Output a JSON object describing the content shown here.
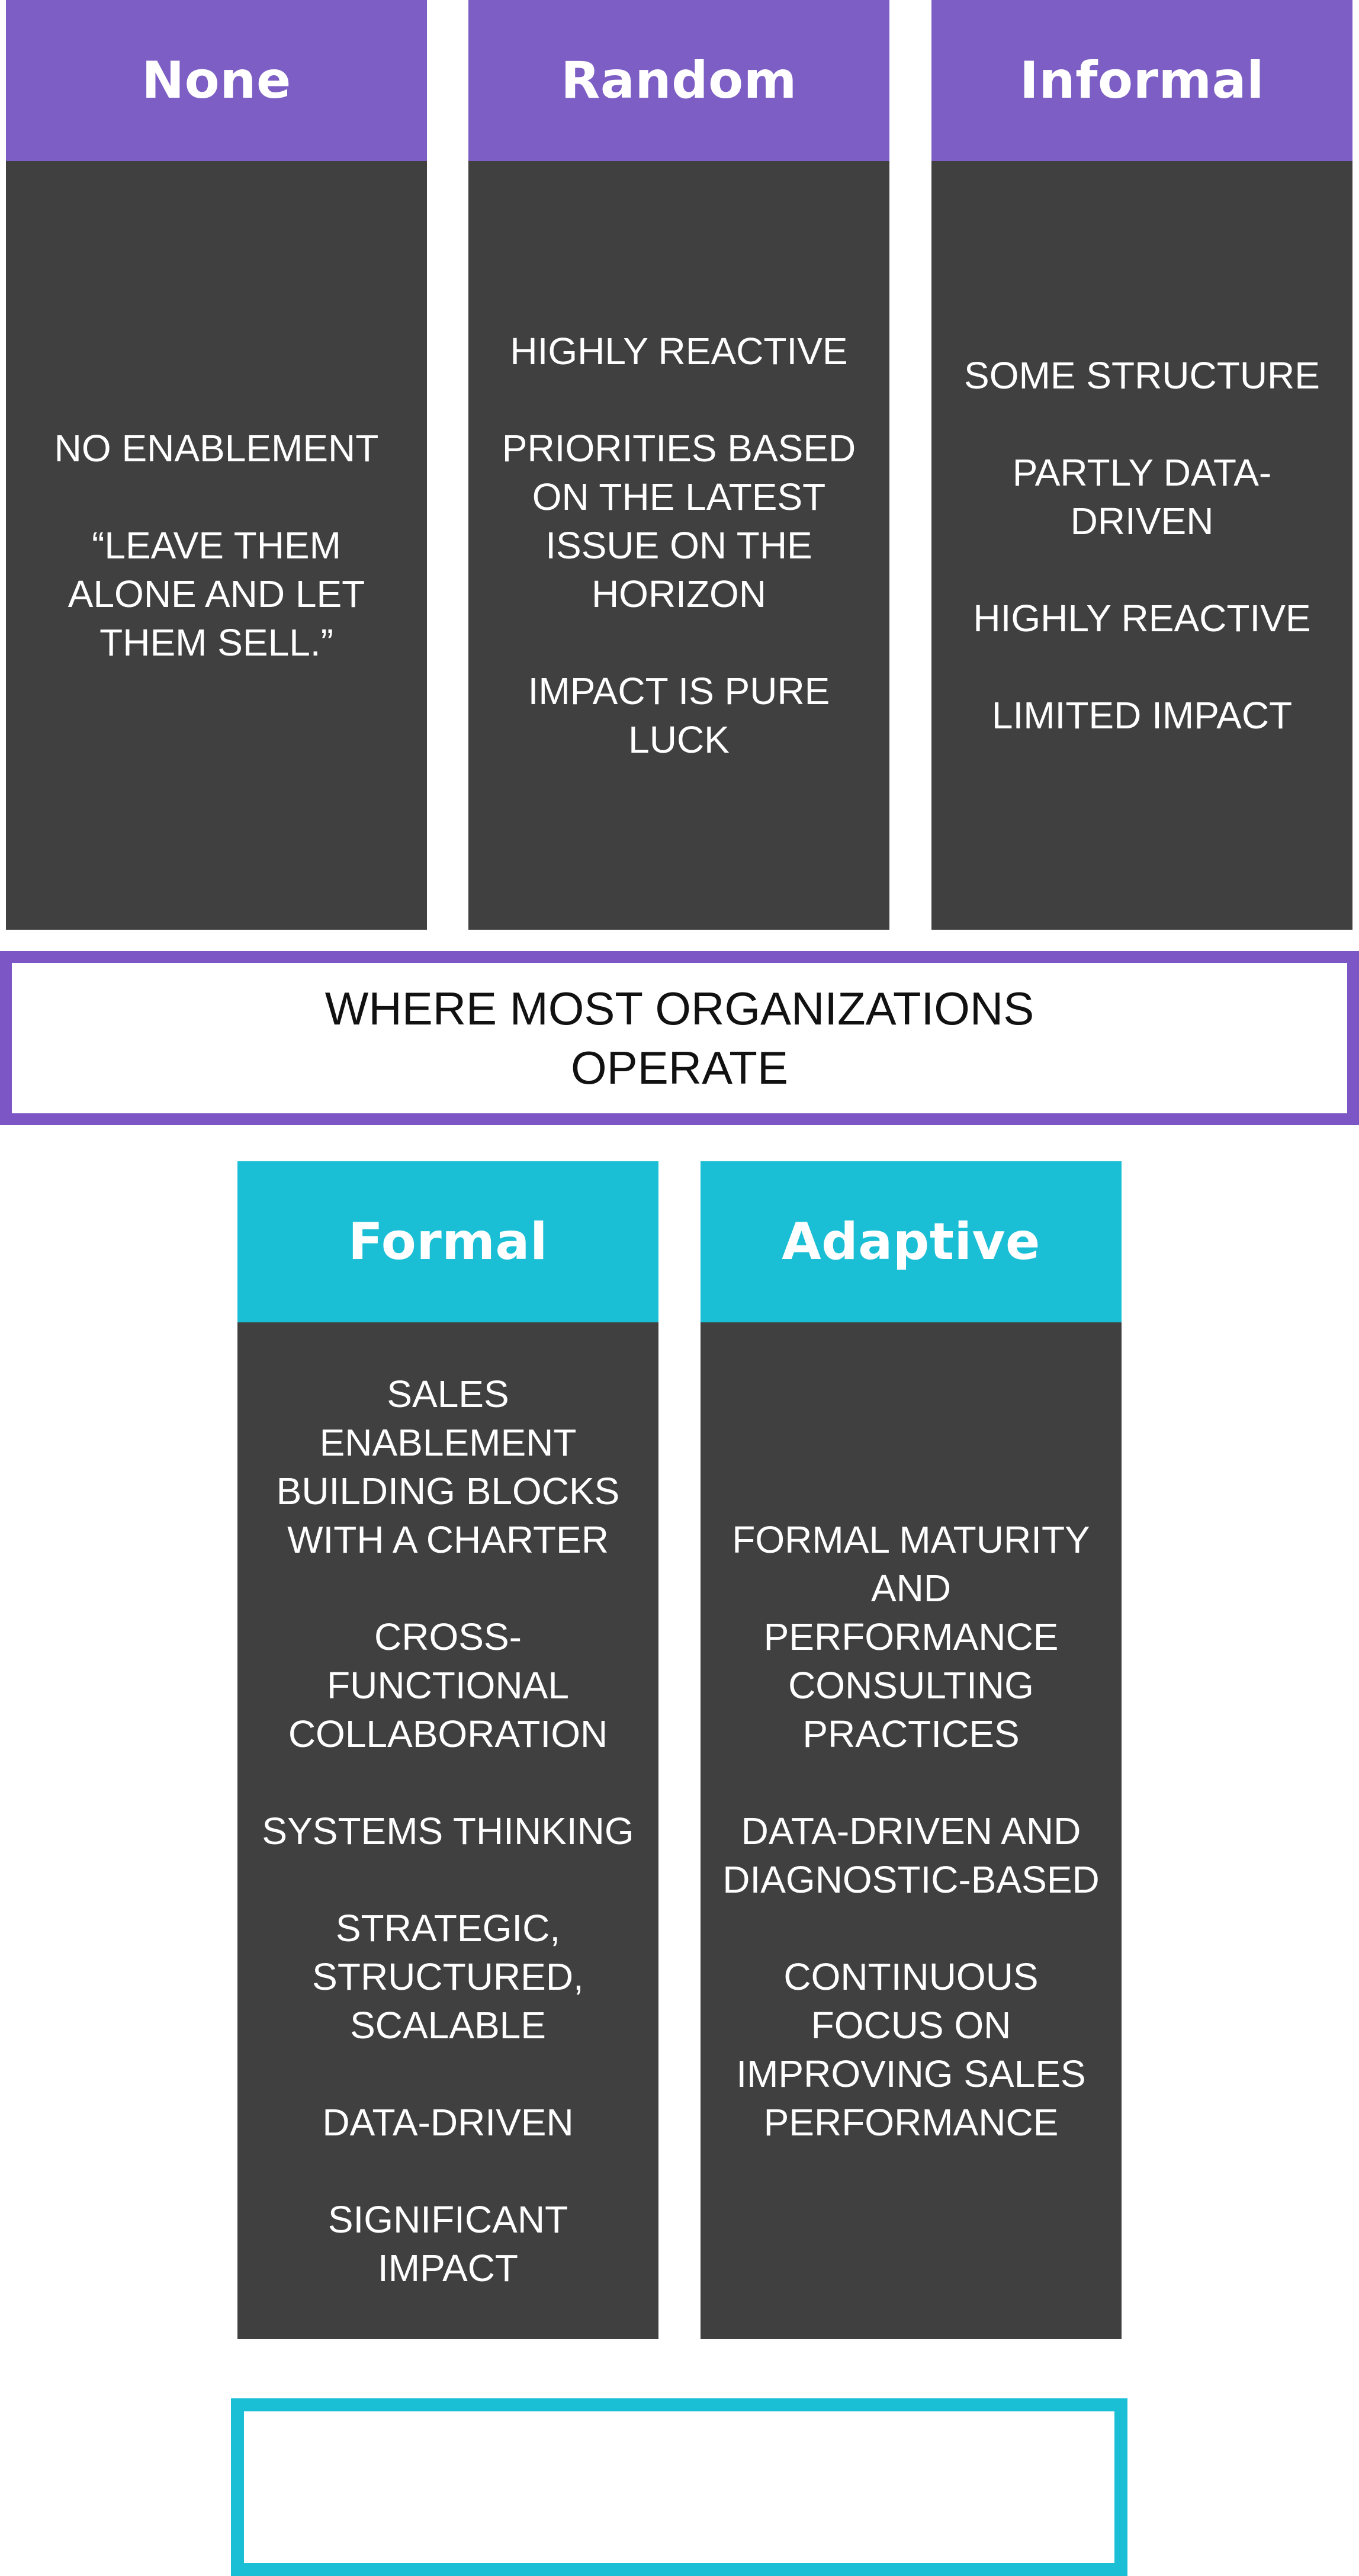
{
  "top_row": [
    {
      "title": "None",
      "items": [
        "NO ENABLEMENT",
        "“LEAVE THEM ALONE AND LET THEM SELL.”"
      ]
    },
    {
      "title": "Random",
      "items": [
        "HIGHLY REACTIVE",
        "PRIORITIES BASED ON THE LATEST ISSUE ON THE HORIZON",
        "IMPACT IS PURE LUCK"
      ]
    },
    {
      "title": "Informal",
      "items": [
        "SOME STRUCTURE",
        "PARTLY DATA-DRIVEN",
        "HIGHLY REACTIVE",
        "LIMITED IMPACT"
      ]
    }
  ],
  "band": {
    "text": "WHERE MOST ORGANIZATIONS OPERATE"
  },
  "bottom_row": [
    {
      "title": "Formal",
      "items": [
        "SALES ENABLEMENT BUILDING BLOCKS WITH A CHARTER",
        "CROSS-FUNCTIONAL COLLABORATION",
        "SYSTEMS THINKING",
        "STRATEGIC, STRUCTURED, SCALABLE",
        "DATA-DRIVEN",
        "SIGNIFICANT IMPACT"
      ]
    },
    {
      "title": "Adaptive",
      "items": [
        "FORMAL MATURITY AND PERFORMANCE CONSULTING PRACTICES",
        "DATA-DRIVEN AND DIAGNOSTIC-BASED",
        "CONTINUOUS FOCUS ON IMPROVING SALES PERFORMANCE"
      ]
    }
  ],
  "colors": {
    "purple": "#7d5ec4",
    "teal": "#1bbfd5",
    "body": "#404040",
    "band_border": "#7d56c5"
  }
}
